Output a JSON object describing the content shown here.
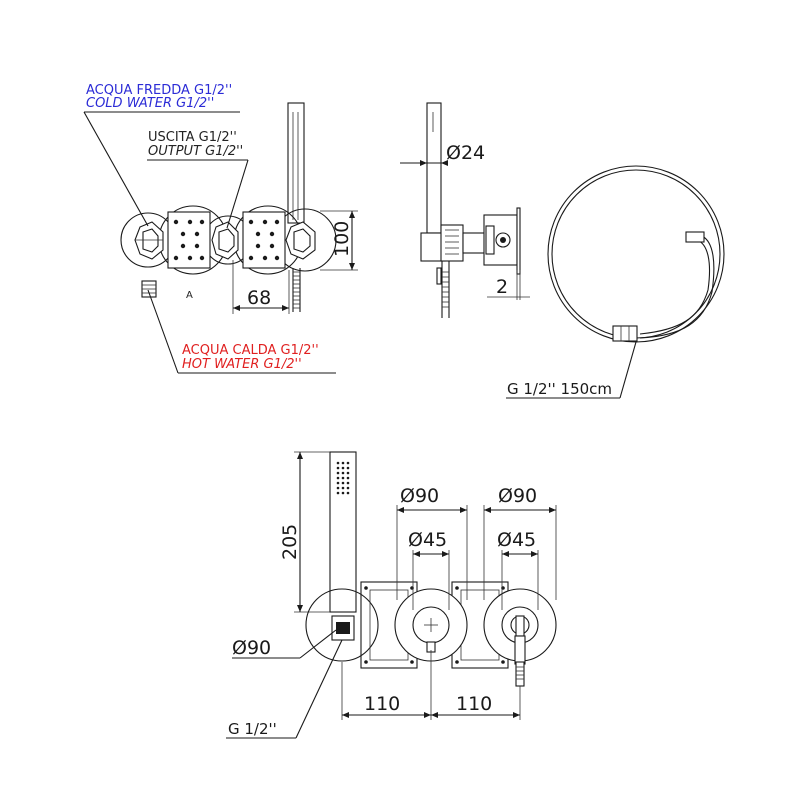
{
  "colors": {
    "cold_water": "#2b2bd6",
    "hot_water": "#e02020",
    "line": "#1a1a1a"
  },
  "callouts": {
    "cold_water_it": "ACQUA FREDDA G1/2''",
    "cold_water_en": "COLD WATER G1/2''",
    "output_it": "USCITA G1/2''",
    "output_en": "OUTPUT G1/2''",
    "hot_water_it": "ACQUA CALDA G1/2''",
    "hot_water_en": "HOT WATER G1/2''",
    "section_mark": "A",
    "hose_spec": "G 1/2'' 150cm",
    "outlet_thread": "G 1/2''"
  },
  "dimensions": {
    "top_height": "100",
    "top_width": "68",
    "side_diameter": "Ø24",
    "side_depth": "2",
    "handshower_height": "205",
    "wall_diameter": "Ø90",
    "plate_left_outer": "Ø90",
    "plate_left_inner": "Ø45",
    "plate_right_outer": "Ø90",
    "plate_right_inner": "Ø45",
    "spacing_1": "110",
    "spacing_2": "110"
  }
}
